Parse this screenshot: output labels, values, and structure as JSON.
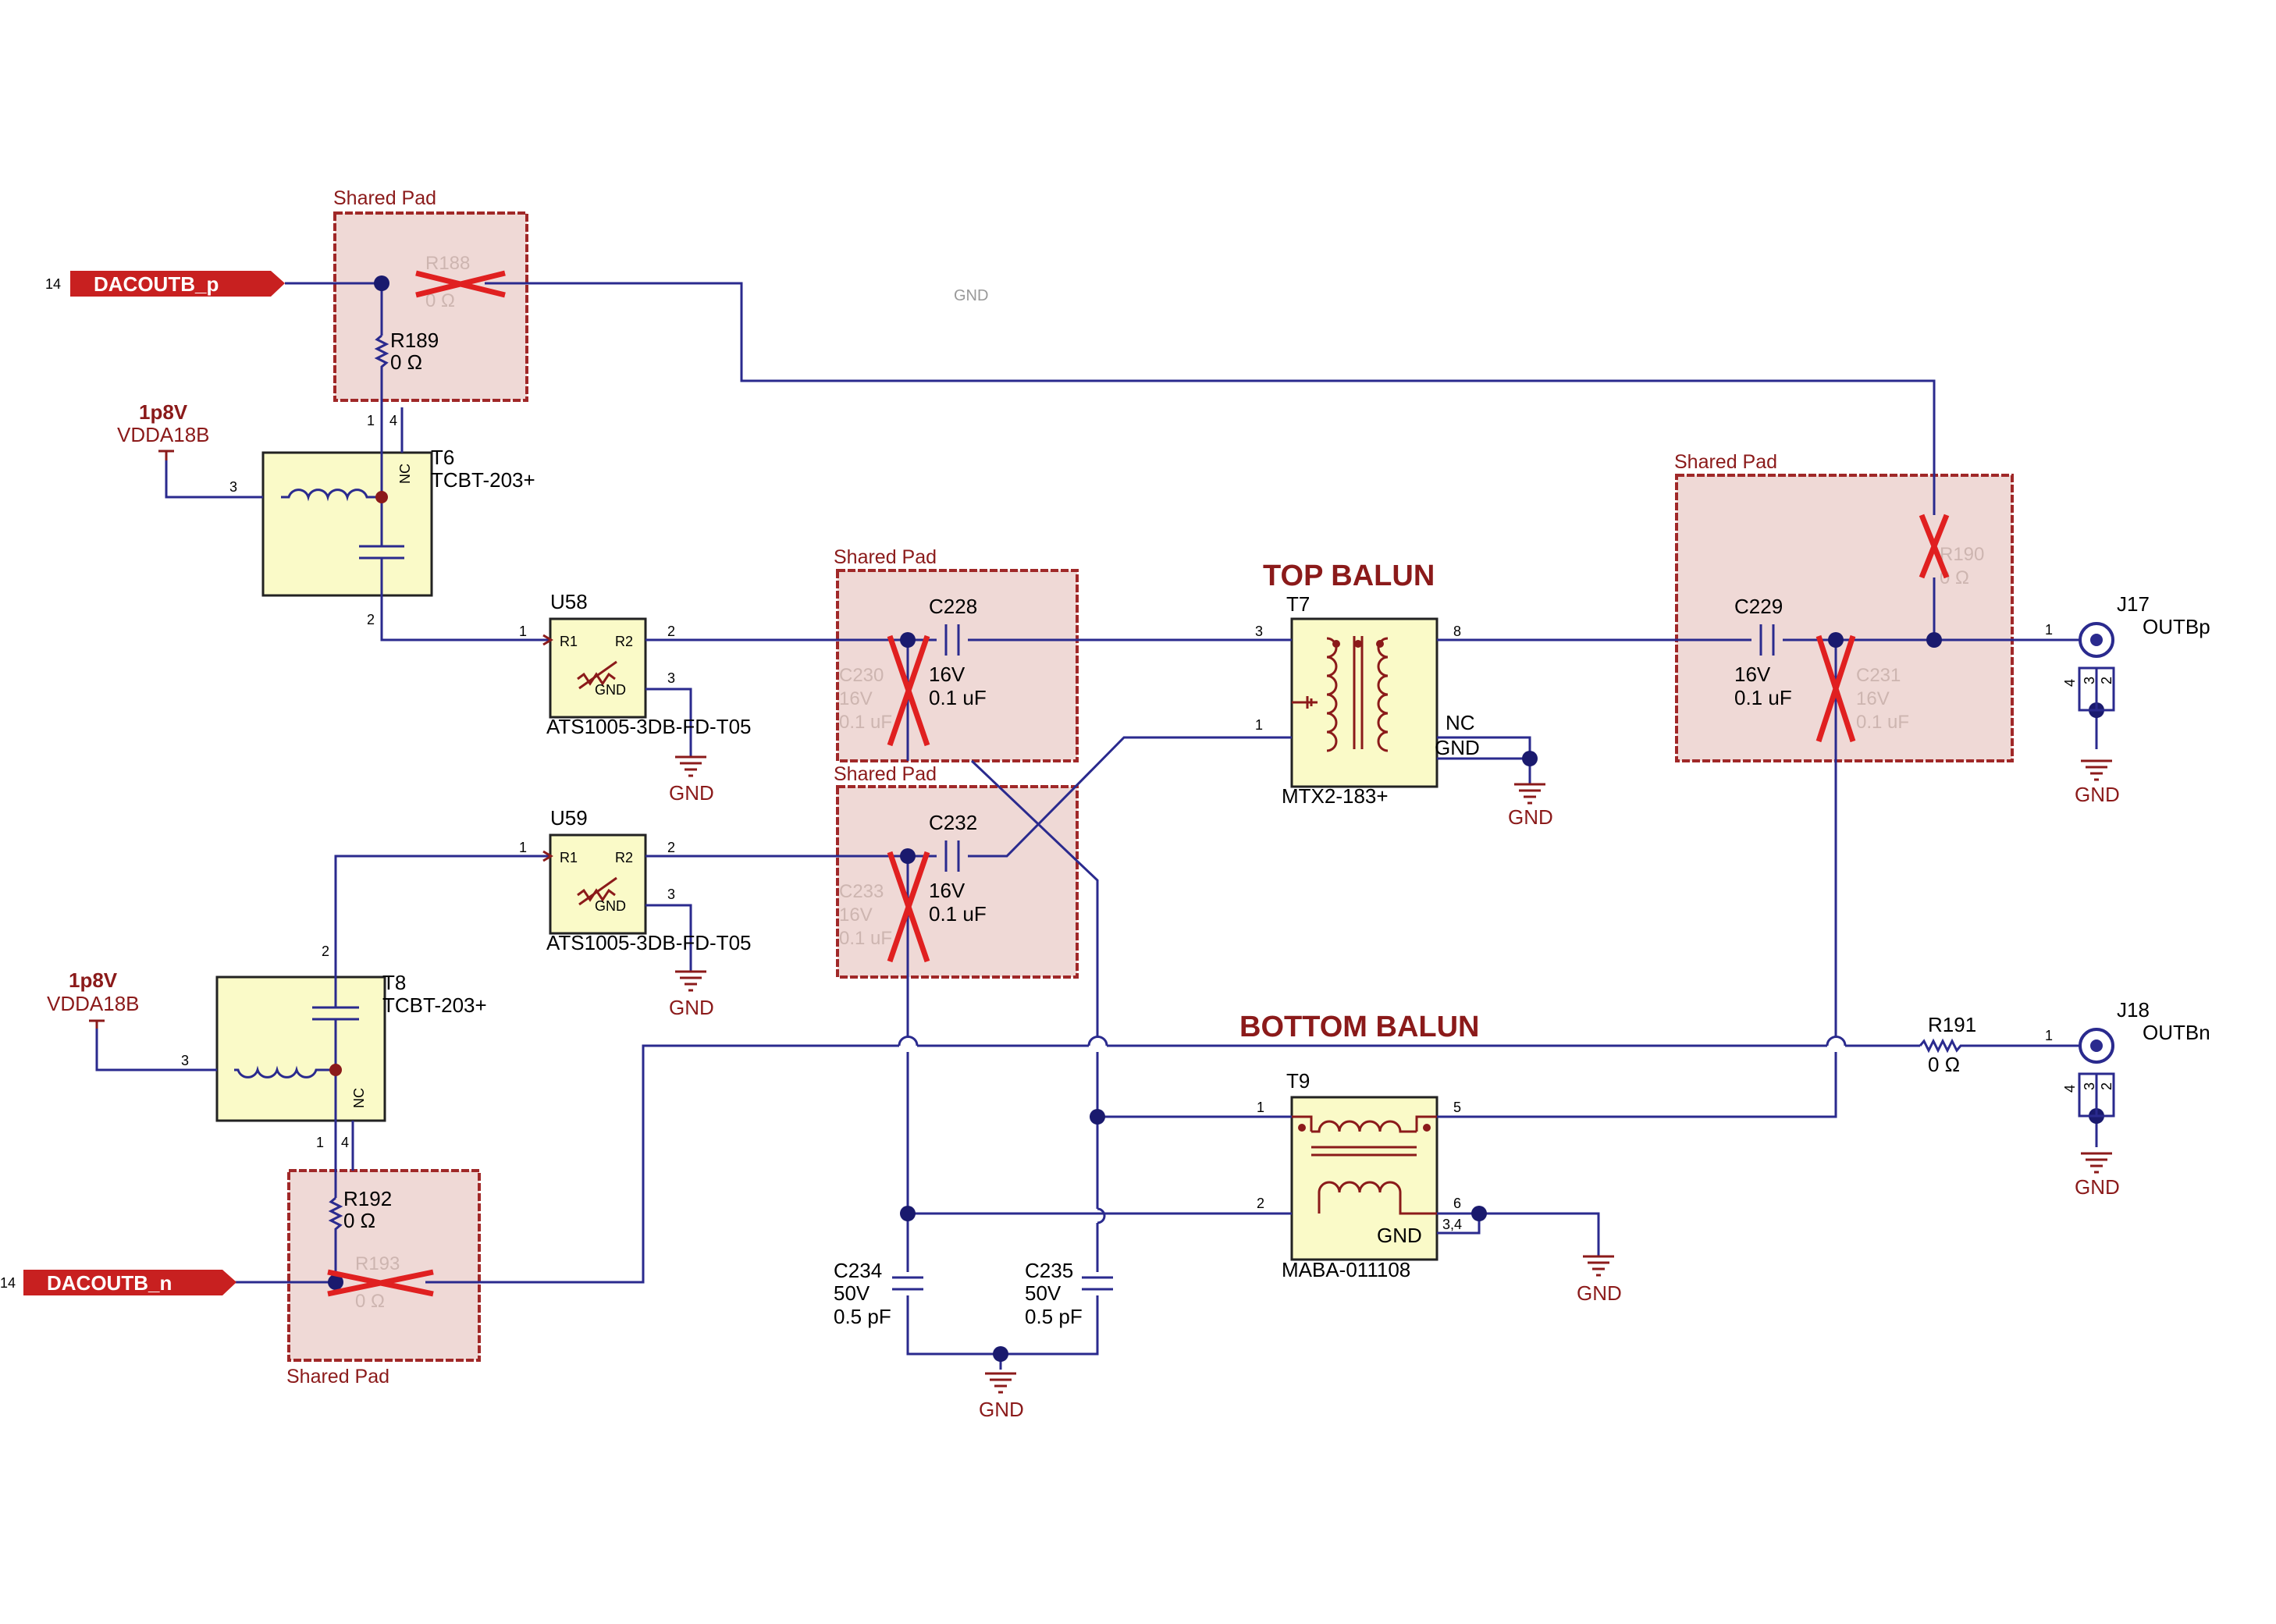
{
  "ports": {
    "p": {
      "pin": "14",
      "name": "DACOUTB_p"
    },
    "n": {
      "pin": "14",
      "name": "DACOUTB_n"
    }
  },
  "shared_pad": "Shared Pad",
  "gnd": "GND",
  "supply": {
    "rail": "1p8V",
    "net": "VDDA18B"
  },
  "titles": {
    "top": "TOP BALUN",
    "bottom": "BOTTOM BALUN"
  },
  "parts": {
    "R188": {
      "ref": "R188",
      "val": "0 Ω"
    },
    "R189": {
      "ref": "R189",
      "val": "0 Ω"
    },
    "R190": {
      "ref": "R190",
      "val": "0 Ω"
    },
    "R191": {
      "ref": "R191",
      "val": "0 Ω"
    },
    "R192": {
      "ref": "R192",
      "val": "0 Ω"
    },
    "R193": {
      "ref": "R193",
      "val": "0 Ω"
    },
    "T6": {
      "ref": "T6",
      "part": "TCBT-203+"
    },
    "T8": {
      "ref": "T8",
      "part": "TCBT-203+"
    },
    "T7": {
      "ref": "T7",
      "part": "MTX2-183+"
    },
    "T9": {
      "ref": "T9",
      "part": "MABA-011108"
    },
    "U58": {
      "ref": "U58",
      "part": "ATS1005-3DB-FD-T05"
    },
    "U59": {
      "ref": "U59",
      "part": "ATS1005-3DB-FD-T05"
    },
    "C228": {
      "ref": "C228",
      "volt": "16V",
      "val": "0.1 uF"
    },
    "C229": {
      "ref": "C229",
      "volt": "16V",
      "val": "0.1 uF"
    },
    "C230": {
      "ref": "C230",
      "volt": "16V",
      "val": "0.1 uF"
    },
    "C231": {
      "ref": "C231",
      "volt": "16V",
      "val": "0.1 uF"
    },
    "C232": {
      "ref": "C232",
      "volt": "16V",
      "val": "0.1 uF"
    },
    "C233": {
      "ref": "C233",
      "volt": "16V",
      "val": "0.1 uF"
    },
    "C234": {
      "ref": "C234",
      "volt": "50V",
      "val": "0.5 pF"
    },
    "C235": {
      "ref": "C235",
      "volt": "50V",
      "val": "0.5 pF"
    },
    "J17": {
      "ref": "J17",
      "net": "OUTBp"
    },
    "J18": {
      "ref": "J18",
      "net": "OUTBn"
    }
  },
  "pins": {
    "one": "1",
    "two": "2",
    "three": "3",
    "four": "4",
    "five": "5",
    "six": "6",
    "eight": "8",
    "threefour": "3,4",
    "nc": "NC",
    "r1": "R1",
    "r2": "R2"
  },
  "colors": {
    "wire": "#2a2a8e",
    "pad_fill": "#efd9d6",
    "pad_border": "#a02828",
    "part_fill": "#fafac8",
    "dnp_mark": "#e02020",
    "port_fill": "#c82020",
    "label_red": "#8b1a1a"
  }
}
